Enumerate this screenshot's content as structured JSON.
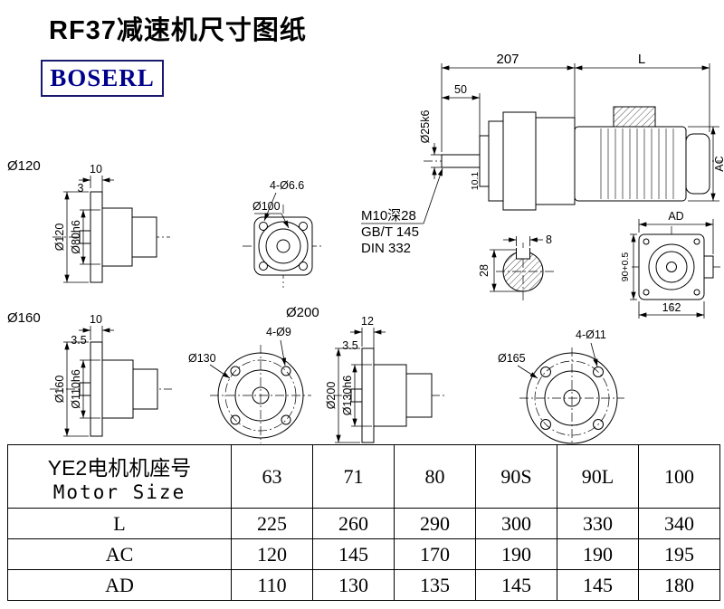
{
  "page": {
    "title": "RF37减速机尺寸图纸",
    "logo": "BOSERL"
  },
  "labels": {
    "g120": "Ø120",
    "g160": "Ø160",
    "g200": "Ø200"
  },
  "d1": {
    "dim10": "10",
    "dim3": "3",
    "od": "Ø120",
    "id": "Ø80h6"
  },
  "d2": {
    "d": "Ø100",
    "holes": "4-Ø6.6"
  },
  "main": {
    "d207": "207",
    "dL": "L",
    "d50": "50",
    "shaft": "Ø25k6",
    "ac": "AC",
    "d101": "10.1",
    "note1": "M10深28",
    "note2": "GB/T 145",
    "note3": "DIN 332"
  },
  "key": {
    "w": "8",
    "h": "28"
  },
  "adview": {
    "ad": "AD",
    "d90": "90+0.5",
    "d162": "162"
  },
  "d6": {
    "dim10": "10",
    "dim35": "3.5",
    "od": "Ø160",
    "id": "Ø110h6"
  },
  "d7": {
    "d": "Ø130",
    "holes": "4-Ø9"
  },
  "d8": {
    "dim12": "12",
    "dim35": "3.5",
    "od": "Ø200",
    "id": "Ø130h6"
  },
  "d9": {
    "d": "Ø165",
    "holes": "4-Ø11"
  },
  "table": {
    "header_cn": "YE2电机机座号",
    "header_en": "Motor Size",
    "columns": [
      "63",
      "71",
      "80",
      "90S",
      "90L",
      "100"
    ],
    "rows": [
      {
        "label": "L",
        "values": [
          "225",
          "260",
          "290",
          "300",
          "330",
          "340"
        ]
      },
      {
        "label": "AC",
        "values": [
          "120",
          "145",
          "170",
          "190",
          "190",
          "195"
        ]
      },
      {
        "label": "AD",
        "values": [
          "110",
          "130",
          "135",
          "145",
          "145",
          "180"
        ]
      }
    ]
  }
}
